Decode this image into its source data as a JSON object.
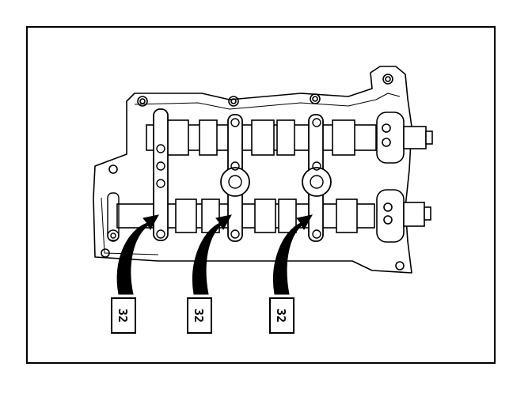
{
  "diagram": {
    "labels": [
      {
        "id": "label-left",
        "text": "32"
      },
      {
        "id": "label-middle",
        "text": "32"
      },
      {
        "id": "label-right",
        "text": "32"
      }
    ],
    "colors": {
      "line": "#000000",
      "fill": "#ffffff"
    }
  }
}
